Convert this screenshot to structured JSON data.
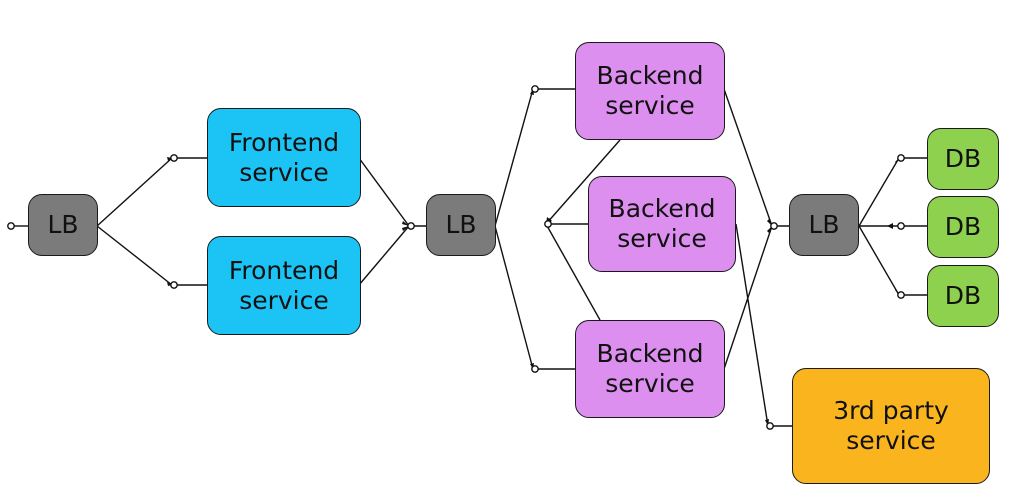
{
  "nodes": {
    "lb_entry": "LB",
    "frontend_top": "Frontend\nservice",
    "frontend_bottom": "Frontend\nservice",
    "lb_middle": "LB",
    "backend_top": "Backend\nservice",
    "backend_middle": "Backend\nservice",
    "backend_bottom": "Backend\nservice",
    "lb_db": "LB",
    "db_top": "DB",
    "db_middle": "DB",
    "db_bottom": "DB",
    "third_party": "3rd party\nservice"
  },
  "colors": {
    "load_balancer": "#7b7b7b",
    "frontend": "#1cc4f6",
    "backend": "#dd8fef",
    "database": "#8ed14e",
    "third_party": "#fab41e"
  }
}
